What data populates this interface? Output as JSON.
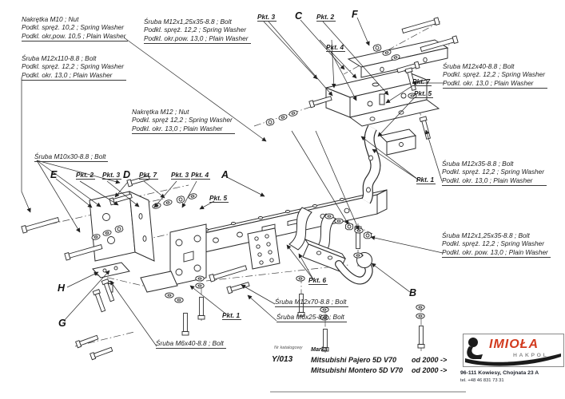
{
  "ink": "#2b2b2b",
  "accent_red": "#d23a1e",
  "logo_gray": "#8d8d8d",
  "callouts": {
    "nut_m10": {
      "lines": [
        "Nakrętka  M10 ; Nut",
        "Podkl. spręż. 10,2 ; Spring Washer",
        "Podkl. okr,pow. 10,5 ; Plain Washer"
      ]
    },
    "bolt_m12x110": {
      "lines": [
        "Śruba M12x110-8.8 ;  Bolt",
        "Podkl. spręż. 12,2 ; Spring Washer",
        "Podkl. okr. 13,0 ; Plain Washer"
      ]
    },
    "bolt_m12x1_25x35_top": {
      "lines": [
        "Śruba M12x1,25x35-8.8 ;  Bolt",
        "Podkl. spręż. 12,2 ; Spring Washer",
        "Podkl. okr.pow. 13,0 ; Plain Washer"
      ]
    },
    "nut_m12": {
      "lines": [
        "Nakrętka  M12 ; Nut",
        "Podkl. spręż 12,2 ; Spring Washer",
        "Podkl. okr. 13,0 ; Plain Washer"
      ]
    },
    "bolt_m10x30": {
      "lines": [
        "Śruba M10x30-8.8 ;  Bolt"
      ]
    },
    "bolt_m12x40": {
      "lines": [
        "Śruba M12x40-8.8 ;  Bolt",
        "Podkl. spręż. 12,2 ; Spring Washer",
        "Podkl. okr. 13,0 ; Plain Washer"
      ]
    },
    "bolt_m12x35": {
      "lines": [
        "Śruba M12x35-8.8 ;  Bolt",
        "Podkl. spręż. 12,2 ; Spring Washer",
        "Podkl. okr. 13,0 ; Plain Washer"
      ]
    },
    "bolt_m12x1_25x35_right": {
      "lines": [
        "Śruba M12x1,25x35-8.8 ;  Bolt",
        "Podkl. spręż. 12,2 ; Spring Washer",
        "Podkl. okr. pow. 13,0 ; Plain Washer"
      ]
    },
    "bolt_m12x70": {
      "lines": [
        "Śruba M12x70-8.8 ;  Bolt"
      ]
    },
    "bolt_m6x25": {
      "lines": [
        "Śruba M6x25-8.8 ;  Bolt"
      ]
    },
    "bolt_m6x40": {
      "lines": [
        "Śruba M6x40-8.8 ;  Bolt"
      ]
    }
  },
  "pkt": [
    "Pkt. 3",
    "Pkt. 2",
    "Pkt. 4",
    "Pkt. 7",
    "Pkt. 5",
    "Pkt. 1",
    "Pkt. 2",
    "Pkt. 3",
    "Pkt. 7",
    "Pkt. 3",
    "Pkt. 4",
    "Pkt. 5",
    "Pkt. 6",
    "Pkt. 1"
  ],
  "letters": {
    "a": "A",
    "b": "B",
    "c": "C",
    "d": "D",
    "e": "E",
    "f": "F",
    "g": "G",
    "h": "H"
  },
  "footer": {
    "catalog_label": "Nr katalogowy",
    "catalog_number": "Y/013",
    "brand_label": "Marka",
    "vehicles": [
      {
        "model": "Mitsubishi Pajero 5D V70",
        "year": "od 2000 ->"
      },
      {
        "model": "Mitsubishi Montero 5D V70",
        "year": "od 2000 ->"
      }
    ],
    "logo": {
      "name": "IMIOŁA",
      "sub": "HAKPOL",
      "address": "96-111 Kowiesy, Chojnata 23 A",
      "phone": "tel. +48 46 831 73 31"
    }
  }
}
